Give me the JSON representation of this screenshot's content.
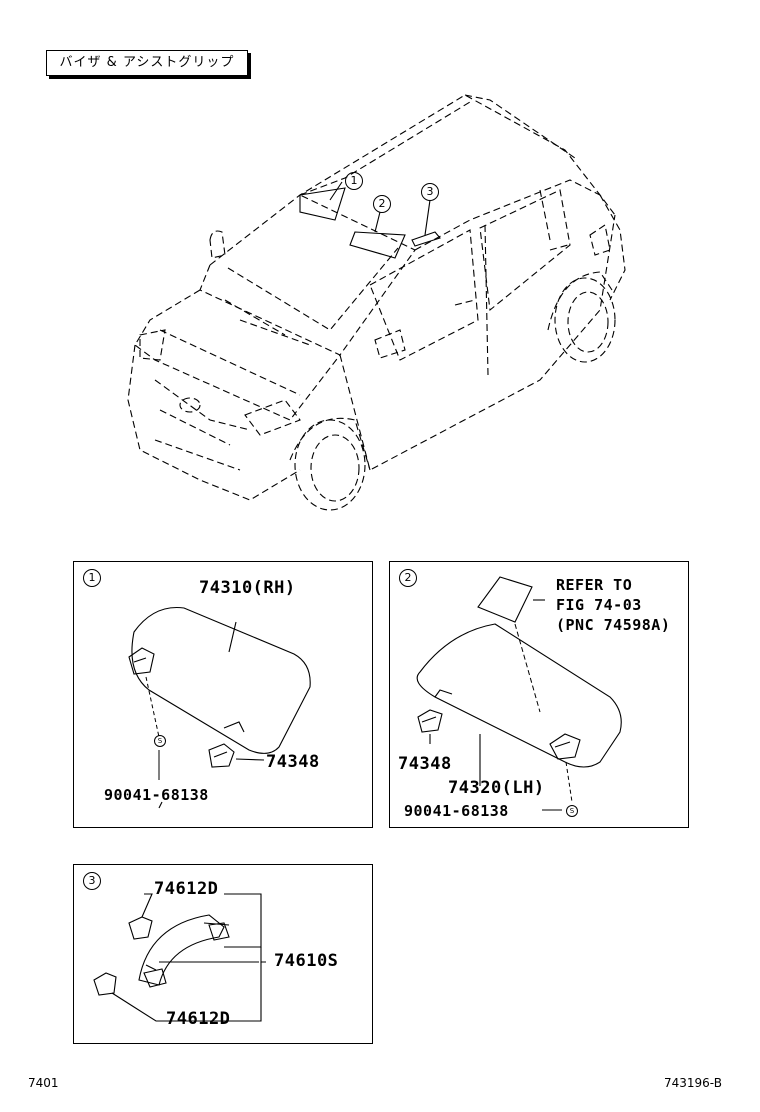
{
  "title": "バイザ & アシストグリップ",
  "car_callouts": [
    "1",
    "2",
    "3"
  ],
  "panel1": {
    "num": "1",
    "visor_rh": "74310(RH)",
    "holder": "74348",
    "screw": "90041-68138",
    "screw_symbol": "S"
  },
  "panel2": {
    "num": "2",
    "refer_line1": "REFER TO",
    "refer_line2": "FIG 74-03",
    "refer_line3": "(PNC 74598A)",
    "holder": "74348",
    "visor_lh": "74320(LH)",
    "screw": "90041-68138",
    "screw_symbol": "S"
  },
  "panel3": {
    "num": "3",
    "cap_top": "74612D",
    "grip": "74610S",
    "cap_bottom": "74612D"
  },
  "footer": {
    "left": "7401",
    "right": "743196-B"
  }
}
